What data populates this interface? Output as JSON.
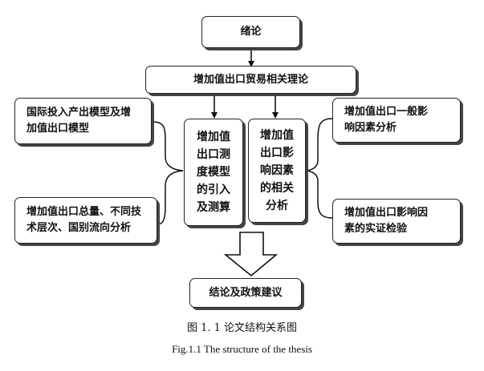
{
  "nodes": {
    "intro": "绪论",
    "theory": "增加值出口贸易相关理论",
    "left_top": [
      "国际投入产出模型及增",
      "加值出口模型"
    ],
    "left_bottom": [
      "增加值出口总量、不同技",
      "术层次、国别流向分析"
    ],
    "middle_left": [
      "增加值",
      "出口测",
      "度模型",
      "的引入",
      "及测算"
    ],
    "middle_right": [
      "增加值",
      "出口影",
      "响因素",
      "的相关",
      "分析"
    ],
    "right_top": [
      "增加值出口一般影",
      "响因素分析"
    ],
    "right_bottom": [
      "增加值出口影响因",
      "素的实证检验"
    ],
    "conclusion": "结论及政策建议"
  },
  "caption": {
    "chinese": "图 1. 1 论文结构关系图",
    "english": "Fig.1.1 The structure of the thesis"
  }
}
